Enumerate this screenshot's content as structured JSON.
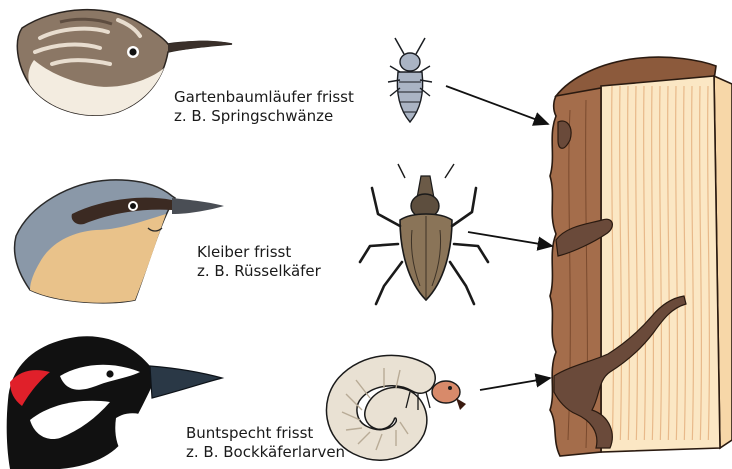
{
  "captions": [
    {
      "line1": "Gartenbaumläufer frisst",
      "line2": "z. B. Springschwänze"
    },
    {
      "line1": "Kleiber frisst",
      "line2": "z. B. Rüsselkäfer"
    },
    {
      "line1": "Buntspecht frisst",
      "line2": "z. B. Bockkäferlarven"
    }
  ],
  "colors": {
    "bark": "#a46d4b",
    "bark_dark": "#5a3522",
    "wood": "#fbe7c4",
    "wood_lines": "#e8b98a",
    "tunnel": "#6a4a3a",
    "woodpecker_red": "#e0202a",
    "nuthatch_blue": "#8a98a8",
    "nuthatch_buff": "#e9c28a",
    "springtail": "#aab4c4"
  },
  "icons": [
    "treecreeper-head",
    "nuthatch-head",
    "woodpecker-head",
    "springtail-insect",
    "weevil-beetle",
    "longhorn-larva",
    "bark-wood-block",
    "arrow"
  ]
}
